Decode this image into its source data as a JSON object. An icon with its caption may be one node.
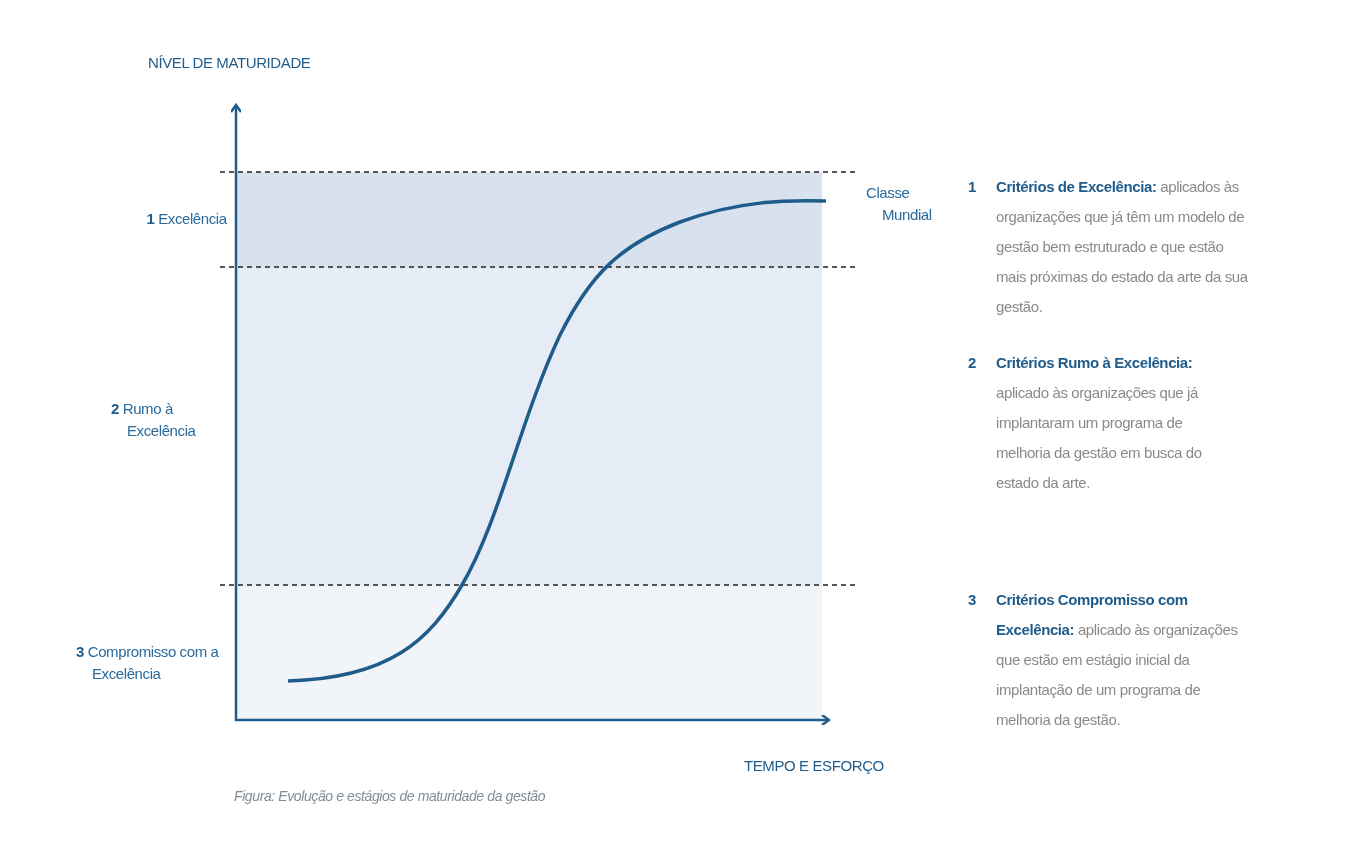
{
  "diagram": {
    "caption": "Figura: Evolução e estágios de maturidade da gestão",
    "labels": [
      "NÍVEL DE MATURIDADE",
      "**1** Excelência",
      "Classe Mundial",
      "1",
      "**Critérios de Excelência:** aplicados às organizações que já têm um modelo de gestão bem estruturado e que estão mais próximas do estado da arte da sua gestão.",
      "**2** Rumo à Excelência",
      "2",
      "**Critérios Rumo à Excelência:** aplicado às organizações que já implantaram um programa de melhoria da gestão em busca do estado da arte.",
      "**3** Compromisso com a Excelência",
      "3",
      "**Critérios Compromisso com Excelência:** aplicado às organizações que estão em estágio inicial da implantação de um programa de melhoria da gestão.",
      "TEMPO E ESFORÇO"
    ]
  }
}
